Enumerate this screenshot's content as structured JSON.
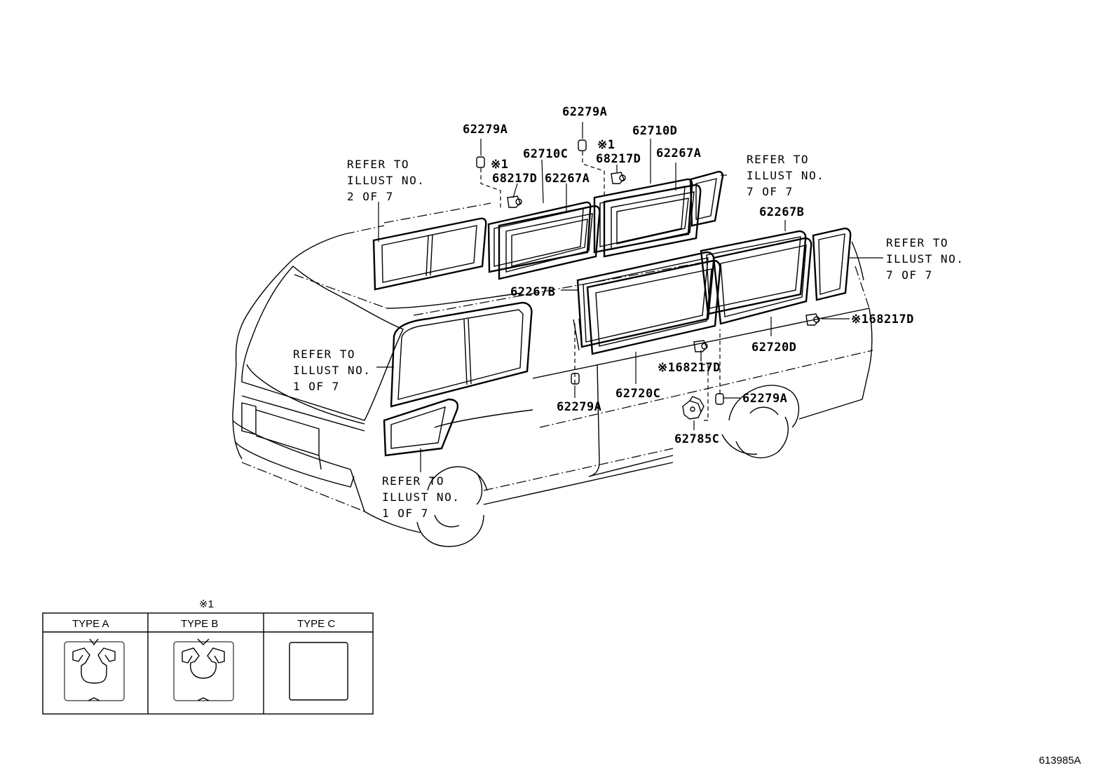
{
  "figure_id": "613985A",
  "part_labels": {
    "p62279A_top_left": "62279A",
    "p62279A_top_mid": "62279A",
    "p62710D": "62710D",
    "note1_left": "※1",
    "note1_mid": "※1",
    "p68217D_top_left": "68217D",
    "p62710C": "62710C",
    "p62267A_left": "62267A",
    "p68217D_top_mid": "68217D",
    "p62267A_right": "62267A",
    "p62267B_right": "62267B",
    "p62267B_left": "62267B",
    "p68217D_right": "※168217D",
    "p62720D": "62720D",
    "p68217D_lower": "※168217D",
    "p62720C": "62720C",
    "p62279A_lower_left": "62279A",
    "p62279A_lower_right": "62279A",
    "p62785C": "62785C"
  },
  "refer_notes": {
    "top_left": [
      "REFER TO",
      "ILLUST NO.",
      "2 OF 7"
    ],
    "top_right": [
      "REFER TO",
      "ILLUST NO.",
      "7 OF 7"
    ],
    "right": [
      "REFER TO",
      "ILLUST NO.",
      "7 OF 7"
    ],
    "mid_left": [
      "REFER TO",
      "ILLUST NO.",
      "1 OF 7"
    ],
    "bottom": [
      "REFER TO",
      "ILLUST NO.",
      "1 OF 7"
    ]
  },
  "type_table": {
    "note": "※1",
    "columns": [
      "TYPE A",
      "TYPE B",
      "TYPE C"
    ],
    "icons": [
      "clip-type-a-icon",
      "clip-type-b-icon",
      "clip-type-c-icon"
    ]
  }
}
